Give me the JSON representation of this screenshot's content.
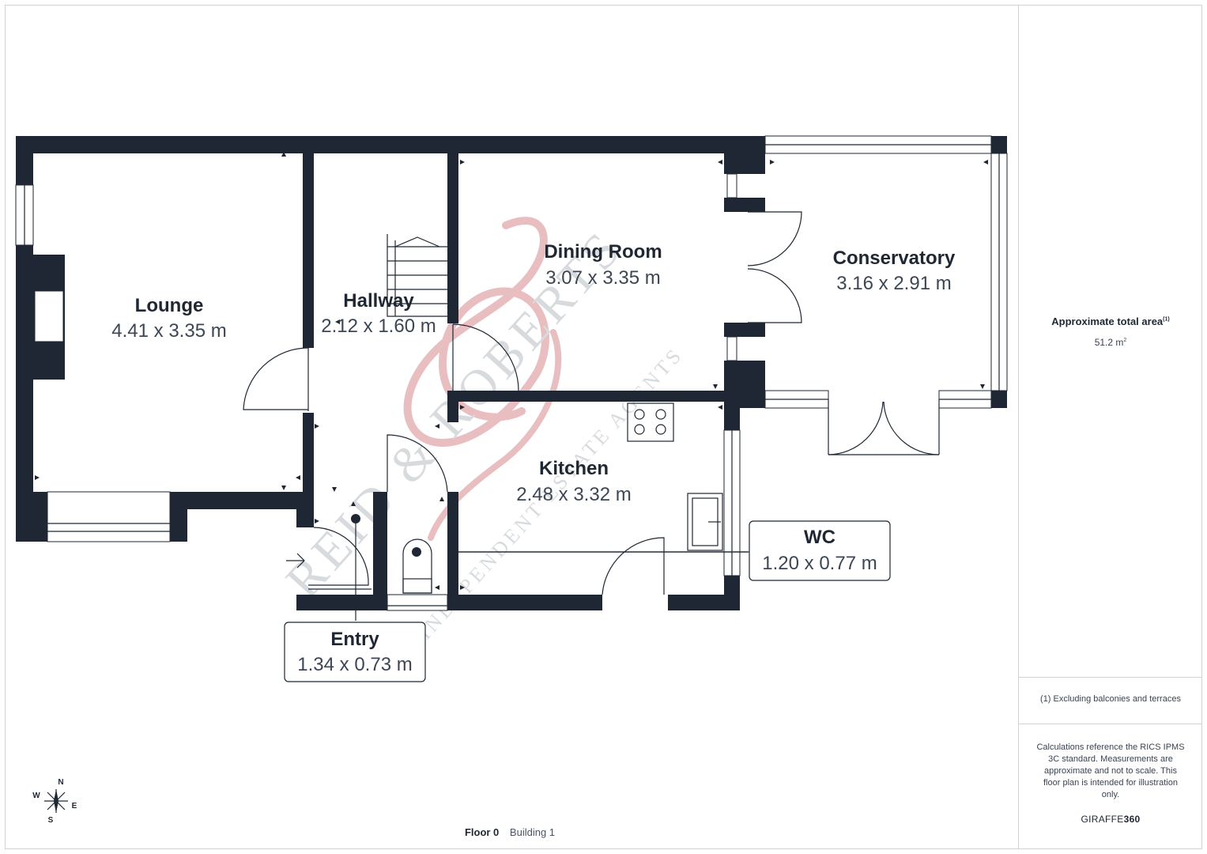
{
  "plan": {
    "rooms": [
      {
        "name": "Lounge",
        "dimensions": "4.41 x 3.35 m"
      },
      {
        "name": "Hallway",
        "dimensions": "2.12 x 1.60 m"
      },
      {
        "name": "Dining Room",
        "dimensions": "3.07 x 3.35 m"
      },
      {
        "name": "Conservatory",
        "dimensions": "3.16 x 2.91 m"
      },
      {
        "name": "Kitchen",
        "dimensions": "2.48 x 3.32 m"
      },
      {
        "name": "WC",
        "dimensions": "1.20 x 0.77 m"
      },
      {
        "name": "Entry",
        "dimensions": "1.34 x 0.73 m"
      }
    ],
    "floor": "Floor 0",
    "building": "Building 1"
  },
  "compass": {
    "n": "N",
    "s": "S",
    "e": "E",
    "w": "W"
  },
  "watermark": {
    "name": "REID & ROBERTS",
    "tagline": "INDEPENDENT ESTATE AGENTS",
    "color": "#c9474f"
  },
  "side": {
    "area_title": "Approximate total area",
    "area_title_sup": "(1)",
    "area_value": "51.2 m",
    "area_value_sup": "2",
    "footnote": "(1) Excluding balconies and terraces",
    "disclaimer": "Calculations reference the RICS IPMS 3C standard. Measurements are approximate and not to scale. This floor plan is intended for illustration only.",
    "brand_light": "GIRAFFE",
    "brand_bold": "360"
  },
  "colors": {
    "wall": "#1e2733",
    "text": "#1f2733",
    "rule": "#cfd3d8"
  }
}
